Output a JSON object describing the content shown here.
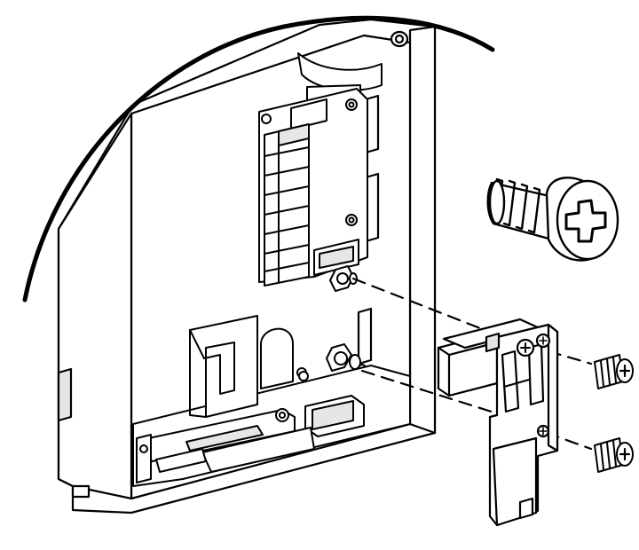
{
  "figure": {
    "type": "line-art-installation-diagram",
    "style": "black outline drawing on white background",
    "colors": {
      "line": "#000000",
      "fill": "#ffffff",
      "shade": "#e6e6e6"
    },
    "parts": [
      "enclosure-housing",
      "curved-cover-edge",
      "circuit-board",
      "board-connector",
      "lower-cable-assembly",
      "bracket-assembly",
      "small-screw-upper",
      "small-screw-lower",
      "magnified-screw-detail"
    ]
  }
}
